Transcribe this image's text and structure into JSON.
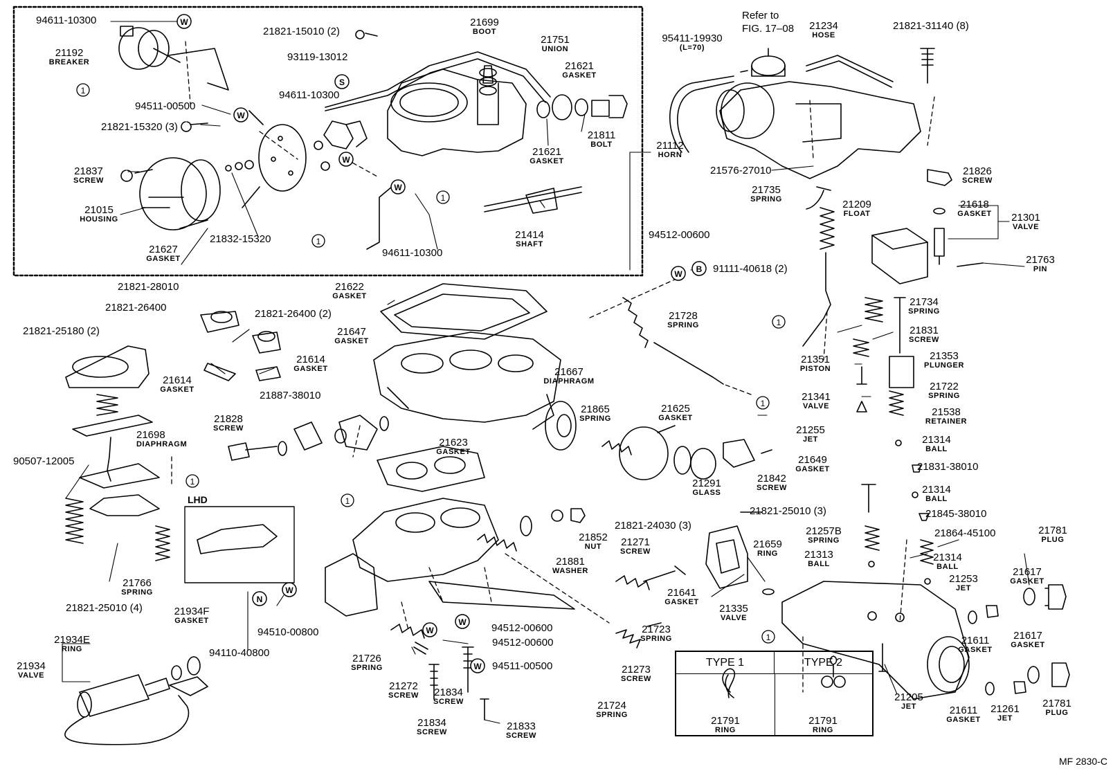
{
  "diagram": {
    "footer_code": "MF 2830-C",
    "refer_note": [
      "Refer to",
      "FIG. 17–08"
    ],
    "lhd_label": "LHD",
    "clip_table": {
      "type1": "TYPE 1",
      "type2": "TYPE 2",
      "ring1_num": "21791",
      "ring1_name": "RING",
      "ring2_num": "21791",
      "ring2_name": "RING"
    },
    "labels": [
      {
        "num": "94611-10300",
        "name": ""
      },
      {
        "num": "21192",
        "name": "BREAKER"
      },
      {
        "num": "21821-15010 (2)",
        "name": ""
      },
      {
        "num": "21699",
        "name": "BOOT"
      },
      {
        "num": "21751",
        "name": "UNION"
      },
      {
        "num": "21621",
        "name": "GASKET"
      },
      {
        "num": "93119-13012",
        "name": ""
      },
      {
        "num": "94611-10300",
        "name": ""
      },
      {
        "num": "94511-00500",
        "name": ""
      },
      {
        "num": "21821-15320 (3)",
        "name": ""
      },
      {
        "num": "21837",
        "name": "SCREW"
      },
      {
        "num": "21015",
        "name": "HOUSING"
      },
      {
        "num": "21627",
        "name": "GASKET"
      },
      {
        "num": "21832-15320",
        "name": ""
      },
      {
        "num": "94611-10300",
        "name": ""
      },
      {
        "num": "21414",
        "name": "SHAFT"
      },
      {
        "num": "21621",
        "name": "GASKET"
      },
      {
        "num": "21811",
        "name": "BOLT"
      },
      {
        "num": "21112",
        "name": "HORN"
      },
      {
        "num": "95411-19930",
        "name": "(L=70)"
      },
      {
        "num": "21234",
        "name": "HOSE"
      },
      {
        "num": "21821-31140 (8)",
        "name": ""
      },
      {
        "num": "21576-27010",
        "name": ""
      },
      {
        "num": "21826",
        "name": "SCREW"
      },
      {
        "num": "21735",
        "name": "SPRING"
      },
      {
        "num": "21209",
        "name": "FLOAT"
      },
      {
        "num": "21618",
        "name": "GASKET"
      },
      {
        "num": "21301",
        "name": "VALVE"
      },
      {
        "num": "21763",
        "name": "PIN"
      },
      {
        "num": "94512-00600",
        "name": ""
      },
      {
        "num": "91111-40618 (2)",
        "name": ""
      },
      {
        "num": "21821-28010",
        "name": ""
      },
      {
        "num": "21821-26400",
        "name": ""
      },
      {
        "num": "21821-26400 (2)",
        "name": ""
      },
      {
        "num": "21622",
        "name": "GASKET"
      },
      {
        "num": "21728",
        "name": "SPRING"
      },
      {
        "num": "21821-25180 (2)",
        "name": ""
      },
      {
        "num": "21647",
        "name": "GASKET"
      },
      {
        "num": "21614",
        "name": "GASKET"
      },
      {
        "num": "21614",
        "name": "GASKET"
      },
      {
        "num": "21887-38010",
        "name": ""
      },
      {
        "num": "21667",
        "name": "DIAPHRAGM"
      },
      {
        "num": "21734",
        "name": "SPRING"
      },
      {
        "num": "21831",
        "name": "SCREW"
      },
      {
        "num": "21351",
        "name": "PISTON"
      },
      {
        "num": "21353",
        "name": "PLUNGER"
      },
      {
        "num": "21722",
        "name": "SPRING"
      },
      {
        "num": "21341",
        "name": "VALVE"
      },
      {
        "num": "21538",
        "name": "RETAINER"
      },
      {
        "num": "21828",
        "name": "SCREW"
      },
      {
        "num": "21698",
        "name": "DIAPHRAGM"
      },
      {
        "num": "21865",
        "name": "SPRING"
      },
      {
        "num": "21625",
        "name": "GASKET"
      },
      {
        "num": "21255",
        "name": "JET"
      },
      {
        "num": "21314",
        "name": "BALL"
      },
      {
        "num": "90507-12005",
        "name": ""
      },
      {
        "num": "21623",
        "name": "GASKET"
      },
      {
        "num": "21649",
        "name": "GASKET"
      },
      {
        "num": "21831-38010",
        "name": ""
      },
      {
        "num": "21842",
        "name": "SCREW"
      },
      {
        "num": "21291",
        "name": "GLASS"
      },
      {
        "num": "21314",
        "name": "BALL"
      },
      {
        "num": "21821-24030 (3)",
        "name": ""
      },
      {
        "num": "21821-25010 (3)",
        "name": ""
      },
      {
        "num": "21845-38010",
        "name": ""
      },
      {
        "num": "21852",
        "name": "NUT"
      },
      {
        "num": "21257B",
        "name": "SPRING"
      },
      {
        "num": "21864-45100",
        "name": ""
      },
      {
        "num": "21271",
        "name": "SCREW"
      },
      {
        "num": "21659",
        "name": "RING"
      },
      {
        "num": "21781",
        "name": "PLUG"
      },
      {
        "num": "21881",
        "name": "WASHER"
      },
      {
        "num": "21313",
        "name": "BALL"
      },
      {
        "num": "21314",
        "name": "BALL"
      },
      {
        "num": "21766",
        "name": "SPRING"
      },
      {
        "num": "21641",
        "name": "GASKET"
      },
      {
        "num": "21617",
        "name": "GASKET"
      },
      {
        "num": "21253",
        "name": "JET"
      },
      {
        "num": "21821-25010 (4)",
        "name": ""
      },
      {
        "num": "21335",
        "name": "VALVE"
      },
      {
        "num": "21934F",
        "name": "GASKET"
      },
      {
        "num": "94510-00800",
        "name": ""
      },
      {
        "num": "94512-00600",
        "name": ""
      },
      {
        "num": "21723",
        "name": "SPRING"
      },
      {
        "num": "21934E",
        "name": "RING"
      },
      {
        "num": "94110-40800",
        "name": ""
      },
      {
        "num": "21611",
        "name": "GASKET"
      },
      {
        "num": "21617",
        "name": "GASKET"
      },
      {
        "num": "21934",
        "name": "VALVE"
      },
      {
        "num": "21726",
        "name": "SPRING"
      },
      {
        "num": "94512-00600",
        "name": ""
      },
      {
        "num": "94511-00500",
        "name": ""
      },
      {
        "num": "21273",
        "name": "SCREW"
      },
      {
        "num": "21272",
        "name": "SCREW"
      },
      {
        "num": "21834",
        "name": "SCREW"
      },
      {
        "num": "21205",
        "name": "JET"
      },
      {
        "num": "21724",
        "name": "SPRING"
      },
      {
        "num": "21834",
        "name": "SCREW"
      },
      {
        "num": "21833",
        "name": "SCREW"
      },
      {
        "num": "21611",
        "name": "GASKET"
      },
      {
        "num": "21261",
        "name": "JET"
      },
      {
        "num": "21781",
        "name": "PLUG"
      }
    ],
    "markers": [
      "W",
      "S",
      "N",
      "B",
      "1"
    ]
  }
}
